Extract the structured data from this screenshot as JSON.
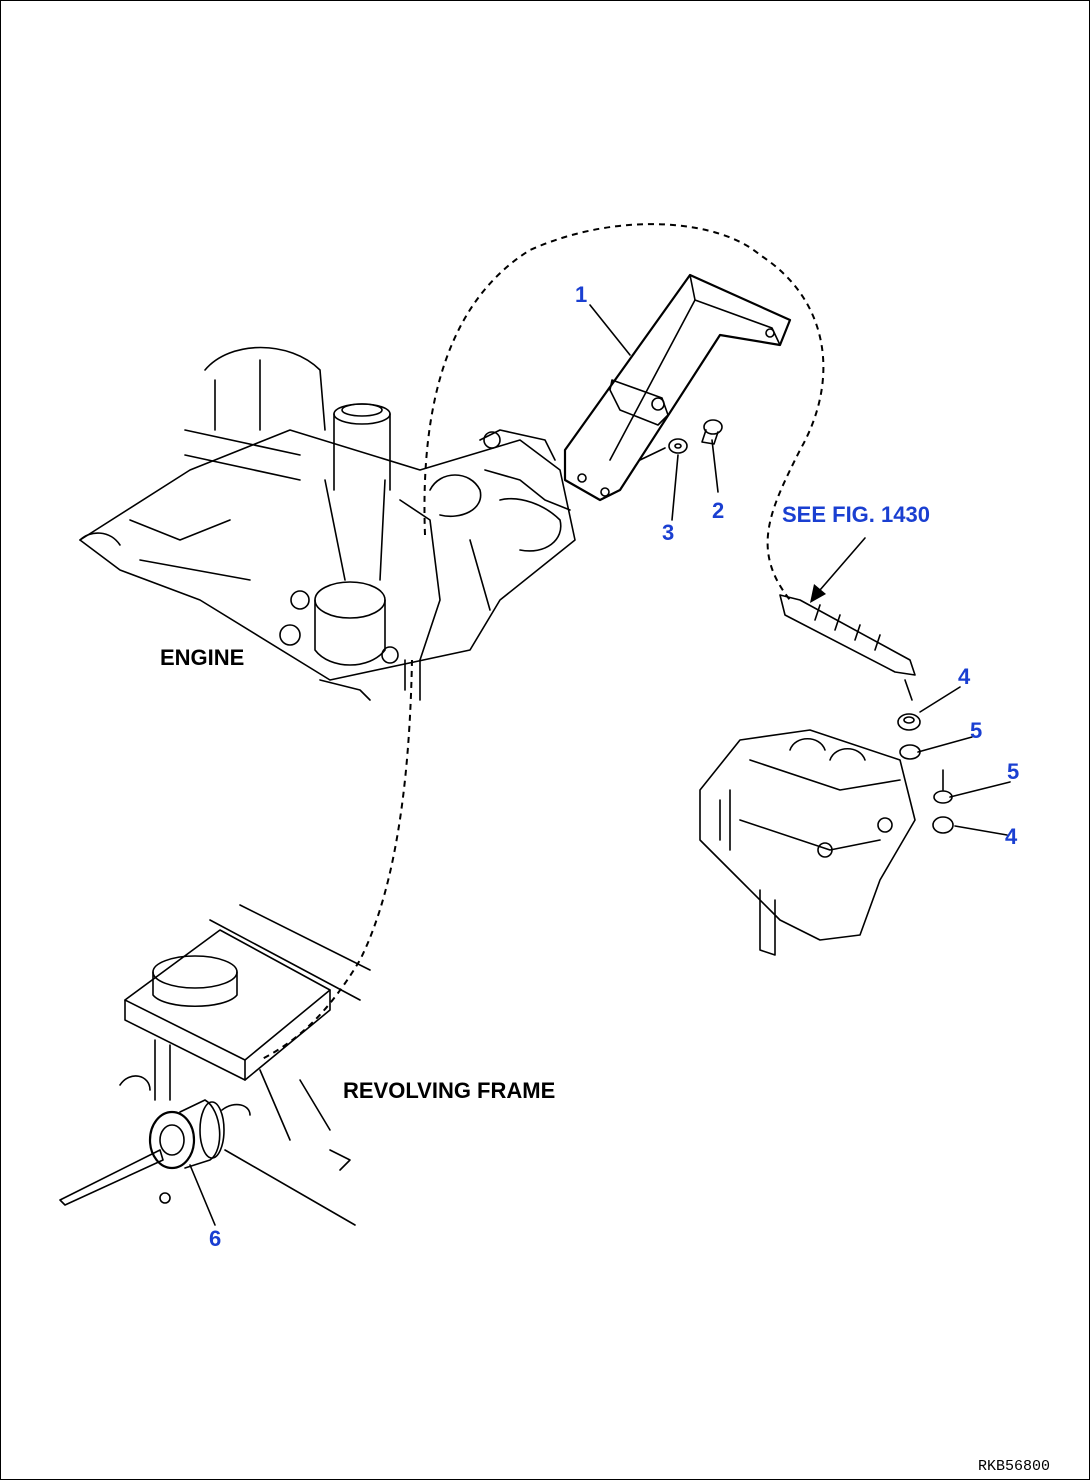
{
  "callouts": {
    "c1": "1",
    "c2": "2",
    "c3": "3",
    "c4a": "4",
    "c4b": "4",
    "c5a": "5",
    "c5b": "5",
    "c6": "6"
  },
  "labels": {
    "engine": "ENGINE",
    "revolving_frame": "REVOLVING FRAME",
    "see_fig": "SEE FIG. 1430"
  },
  "drawing_code": "RKB56800",
  "colors": {
    "callout": "#1a3fd1",
    "line": "#000000",
    "background": "#ffffff"
  }
}
